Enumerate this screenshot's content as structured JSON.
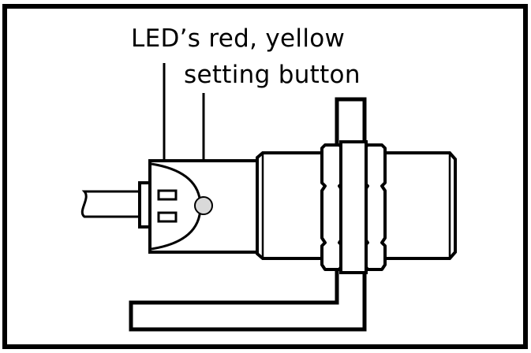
{
  "labels": {
    "led": "LED’s red, yellow",
    "button": "setting button"
  },
  "colors": {
    "line": "#000000",
    "background": "#ffffff",
    "button_fill": "#d9d9d9"
  },
  "parts": {
    "cable": "cable",
    "led_indicators": [
      "red",
      "yellow"
    ],
    "setting_button": "setting-button",
    "threaded_barrel": "threaded-barrel",
    "nuts": 2,
    "bracket": "mounting-bracket"
  }
}
